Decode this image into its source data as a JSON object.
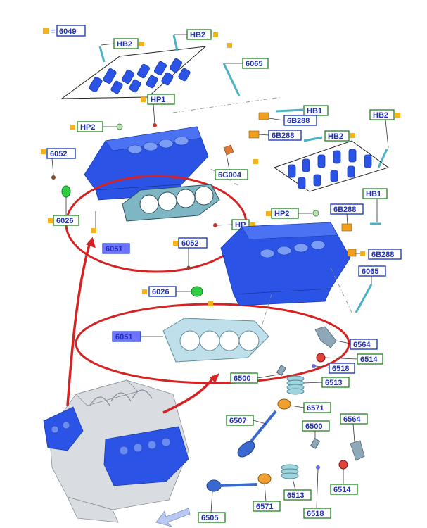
{
  "legend": {
    "symbol_text": "= 6049"
  },
  "labels": {
    "l6049": "6049",
    "hb2_a": "HB2",
    "hb2_b": "HB2",
    "l6065_top": "6065",
    "hp1": "HP1",
    "hb1_top": "HB1",
    "hp2_left": "HP2",
    "l6b288_a": "6B288",
    "l6b288_b": "6B288",
    "hb2_c": "HB2",
    "hb2_right": "HB2",
    "l6052_left": "6052",
    "l6g004": "6G004",
    "hb1_right": "HB1",
    "hp2_right": "HP2",
    "l6b288_c": "6B288",
    "l6026_left": "6026",
    "hp_mid": "HP",
    "l6052_mid": "6052",
    "l6b288_d": "6B288",
    "l6051_top": "6051",
    "l6065_right": "6065",
    "l6026_mid": "6026",
    "l6051_bottom": "6051",
    "l6564_a": "6564",
    "l6514_a": "6514",
    "l6518_a": "6518",
    "l6500_a": "6500",
    "l6513_a": "6513",
    "l6571_a": "6571",
    "l6507": "6507",
    "l6500_b": "6500",
    "l6564_b": "6564",
    "l6513_b": "6513",
    "l6514_b": "6514",
    "l6505": "6505",
    "l6571_b": "6571",
    "l6518_b": "6518"
  },
  "colors": {
    "part_blue": "#2b54e6",
    "highlight_red": "#d62222",
    "label_green": "#2e8b2e",
    "label_text": "#1f2fb0",
    "marker_orange": "#f5b21c"
  },
  "icons": {
    "nav_arrow": "arrow-down-left-icon"
  }
}
